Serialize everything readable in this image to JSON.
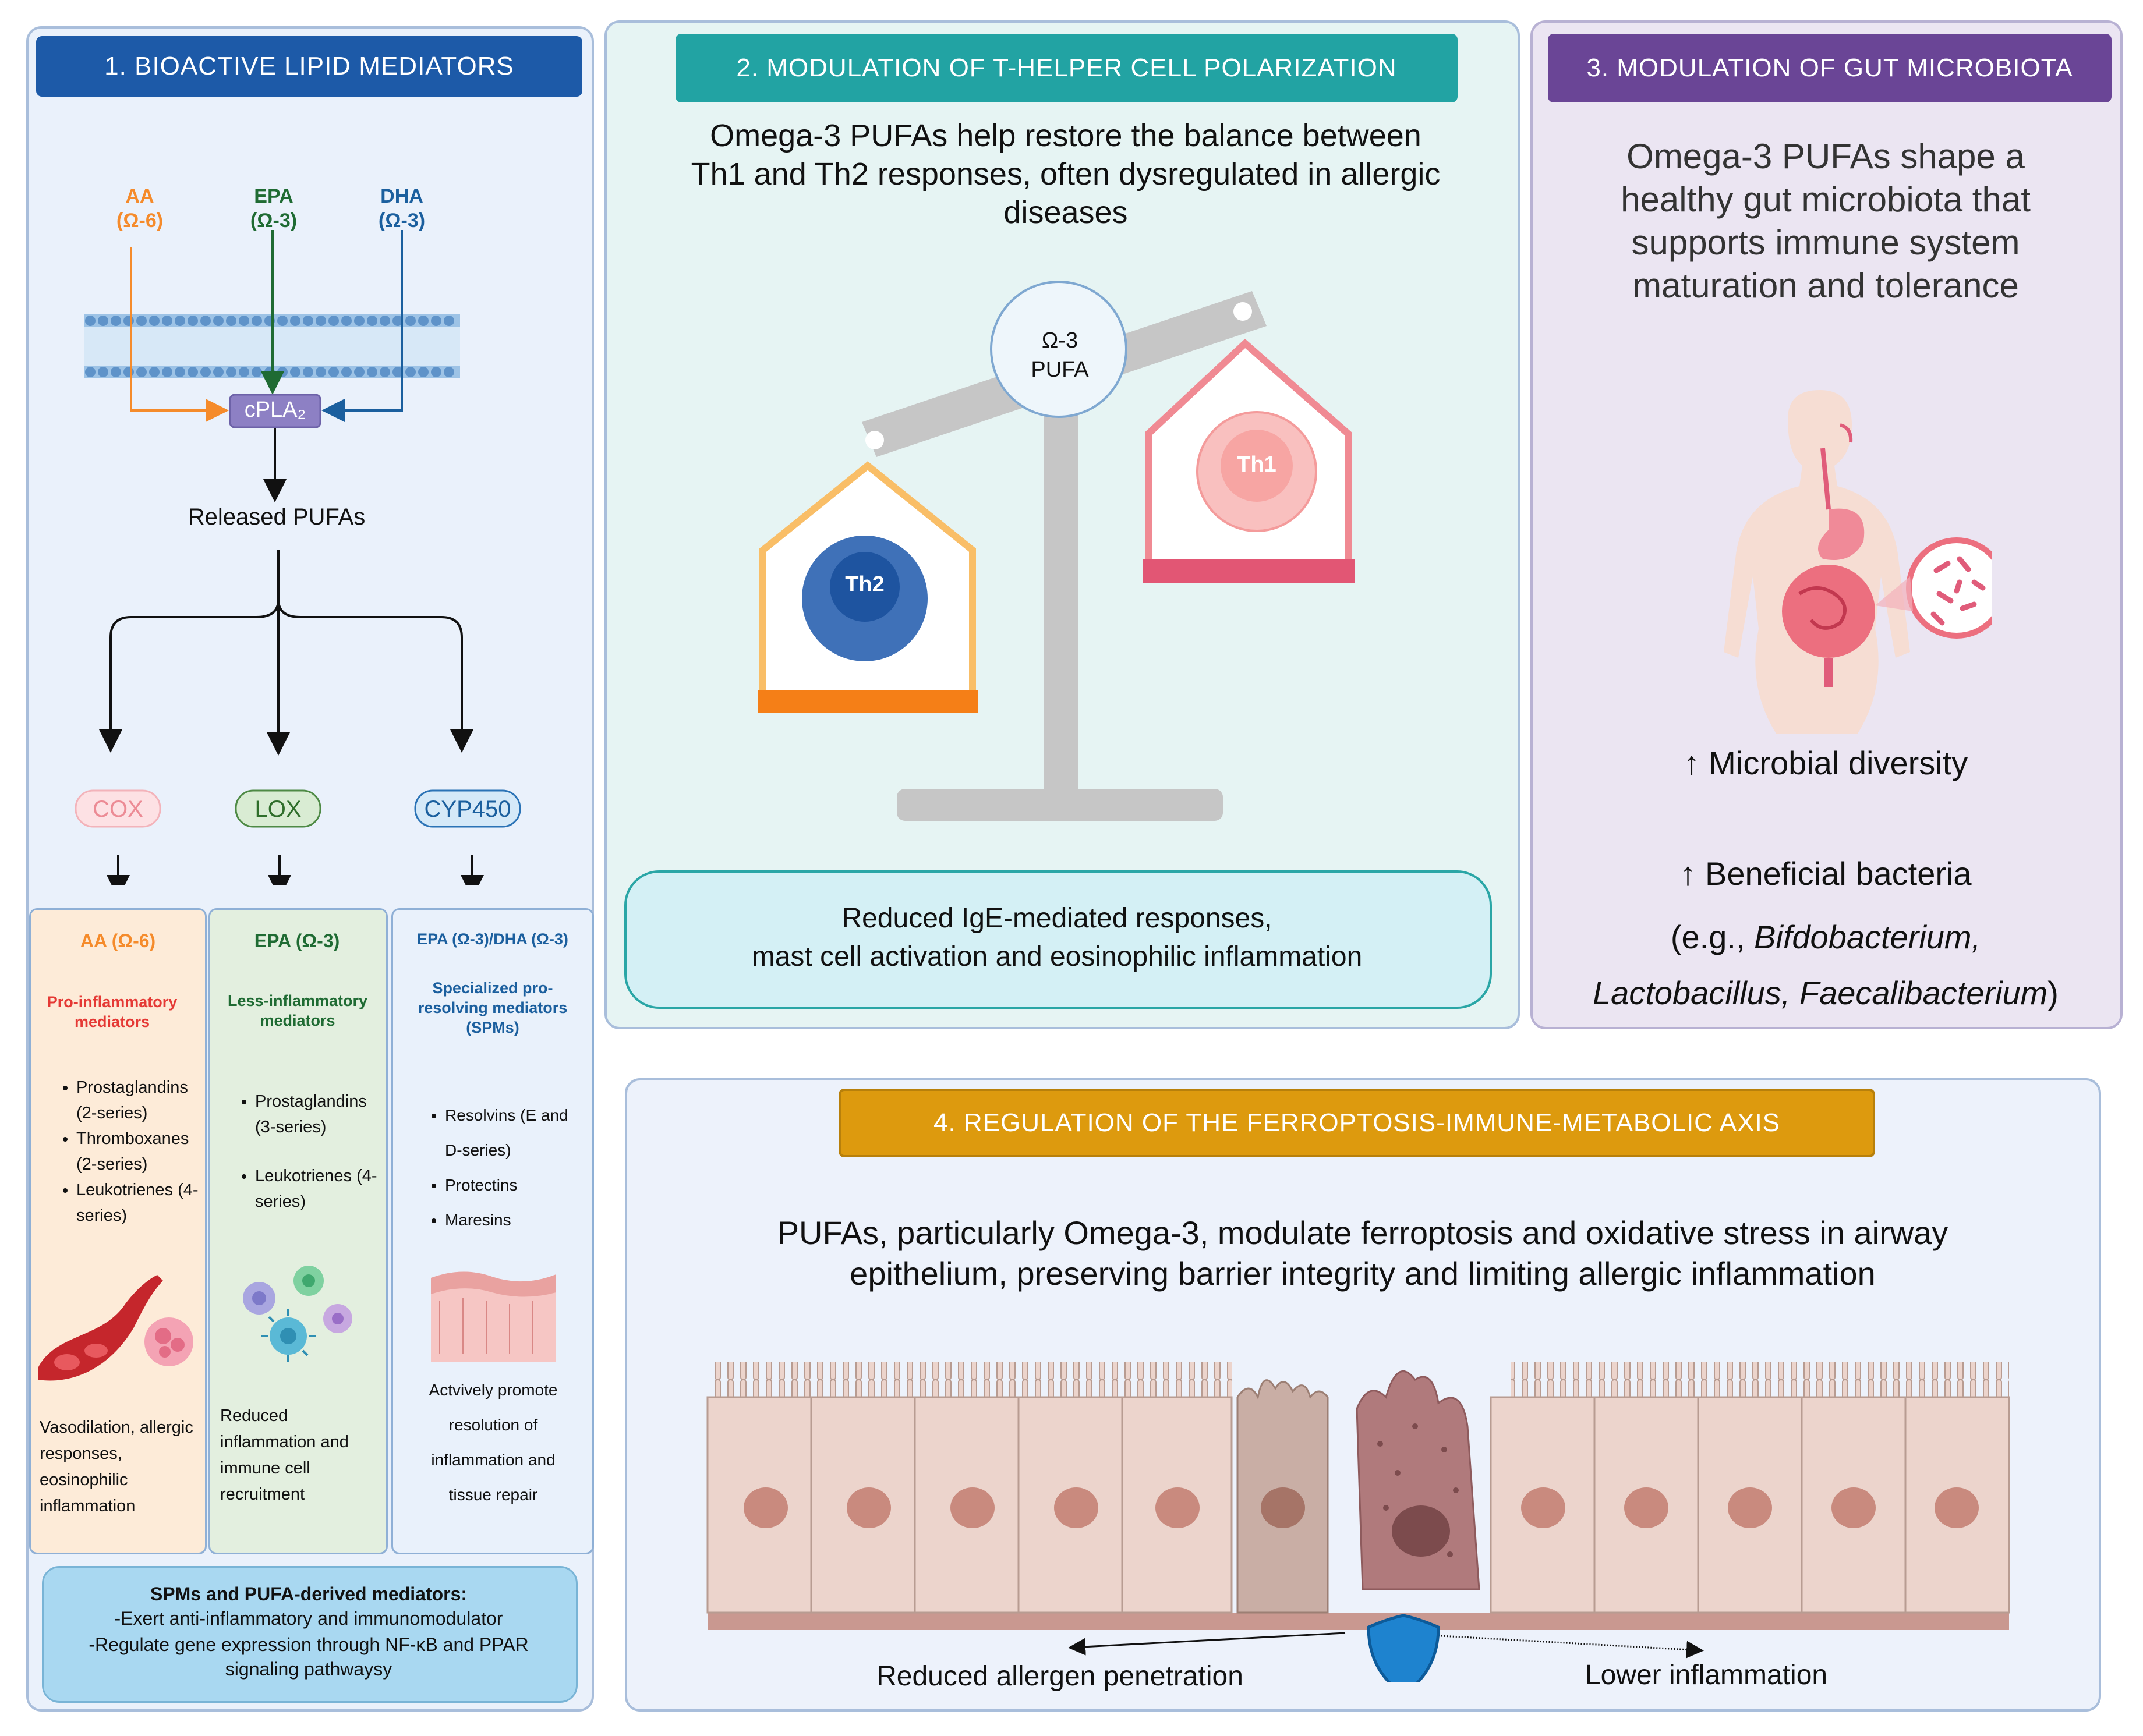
{
  "panel1": {
    "header": "1.  BIOACTIVE LIPID MEDIATORS",
    "aa_label": "AA",
    "aa_sub": "(Ω-6)",
    "epa_label": "EPA",
    "epa_sub": "(Ω-3)",
    "dha_label": "DHA",
    "dha_sub": "(Ω-3)",
    "enzyme": "cPLA₂",
    "released": "Released PUFAs",
    "cox": "COX",
    "lox": "LOX",
    "cyp": "CYP450",
    "col1": {
      "title": "AA (Ω-6)",
      "subtitle": "Pro-inflammatory mediators",
      "items": [
        "Prostaglandins (2-series)",
        "Thromboxanes (2-series)",
        "Leukotrienes (4-series)"
      ],
      "effect": "Vasodilation, allergic responses, eosinophilic inflammation"
    },
    "col2": {
      "title": "EPA (Ω-3)",
      "subtitle": "Less-inflammatory mediators",
      "items": [
        "Prostaglandins (3-series)",
        "Leukotrienes (4-series)"
      ],
      "effect": "Reduced inflammation and immune cell recruitment"
    },
    "col3": {
      "title": "EPA (Ω-3)/DHA (Ω-3)",
      "subtitle": "Specialized pro-resolving mediators (SPMs)",
      "items": [
        "Resolvins (E and D-series)",
        "Protectins",
        "Maresins"
      ],
      "effect": "Actvively promote resolution of inflammation and tissue repair"
    },
    "footer_title": "SPMs and PUFA-derived mediators:",
    "footer_line1": "-Exert anti-inflammatory and immunomodulator",
    "footer_line2": "-Regulate gene expression through NF-κB and PPAR signaling pathwaysy"
  },
  "panel2": {
    "header": "2. MODULATION OF T-HELPER CELL POLARIZATION",
    "text": "Omega-3 PUFAs help restore the balance between Th1 and Th2 responses, often dysregulated in allergic diseases",
    "pivot_line1": "Ω-3",
    "pivot_line2": "PUFA",
    "th1": "Th1",
    "th2": "Th2",
    "box_line1": "Reduced IgE-mediated responses,",
    "box_line2": "mast cell activation and eosinophilic inflammation"
  },
  "panel3": {
    "header": "3. MODULATION OF GUT MICROBIOTA",
    "text": "Omega-3 PUFAs shape a healthy gut microbiota that supports immune system maturation and tolerance",
    "point1": "↑ Microbial diversity",
    "point2": "↑ Beneficial bacteria",
    "eg_prefix": "(e.g., ",
    "bac1": "Bifdobacterium,",
    "bac2": "Lactobacillus, Faecalibacterium",
    "eg_suffix": ")"
  },
  "panel4": {
    "header": "4. REGULATION OF THE FERROPTOSIS-IMMUNE-METABOLIC AXIS",
    "text_line1": "PUFAs, particularly Omega-3, modulate ferroptosis and oxidative stress in airway",
    "text_line2": "epithelium, preserving barrier integrity and limiting allergic inflammation",
    "left_outcome": "Reduced allergen penetration",
    "right_outcome": "Lower inflammation"
  },
  "colors": {
    "aa": "#f58b2b",
    "epa": "#1f6b33",
    "dha": "#1b5f9e",
    "header1": "#1d5aa8",
    "header2": "#22a3a3",
    "header3": "#6a4596",
    "header4": "#dd9a0e",
    "th1": "#f08a93",
    "th2": "#3f71b8"
  }
}
